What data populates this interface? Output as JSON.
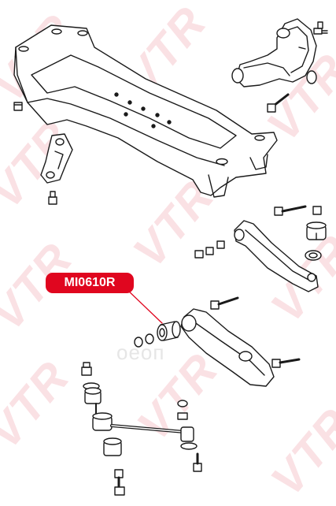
{
  "watermark": {
    "text": "VTR",
    "color": "#f6c9cf"
  },
  "callout": {
    "part_number": "MI0610R",
    "color": "#e0061f"
  },
  "ghost_watermark": {
    "text": "оeoп"
  },
  "icons": [
    "subframe",
    "trailing-arm",
    "control-arm",
    "lateral-link",
    "bushing",
    "bolt",
    "nut",
    "stabilizer-link"
  ]
}
